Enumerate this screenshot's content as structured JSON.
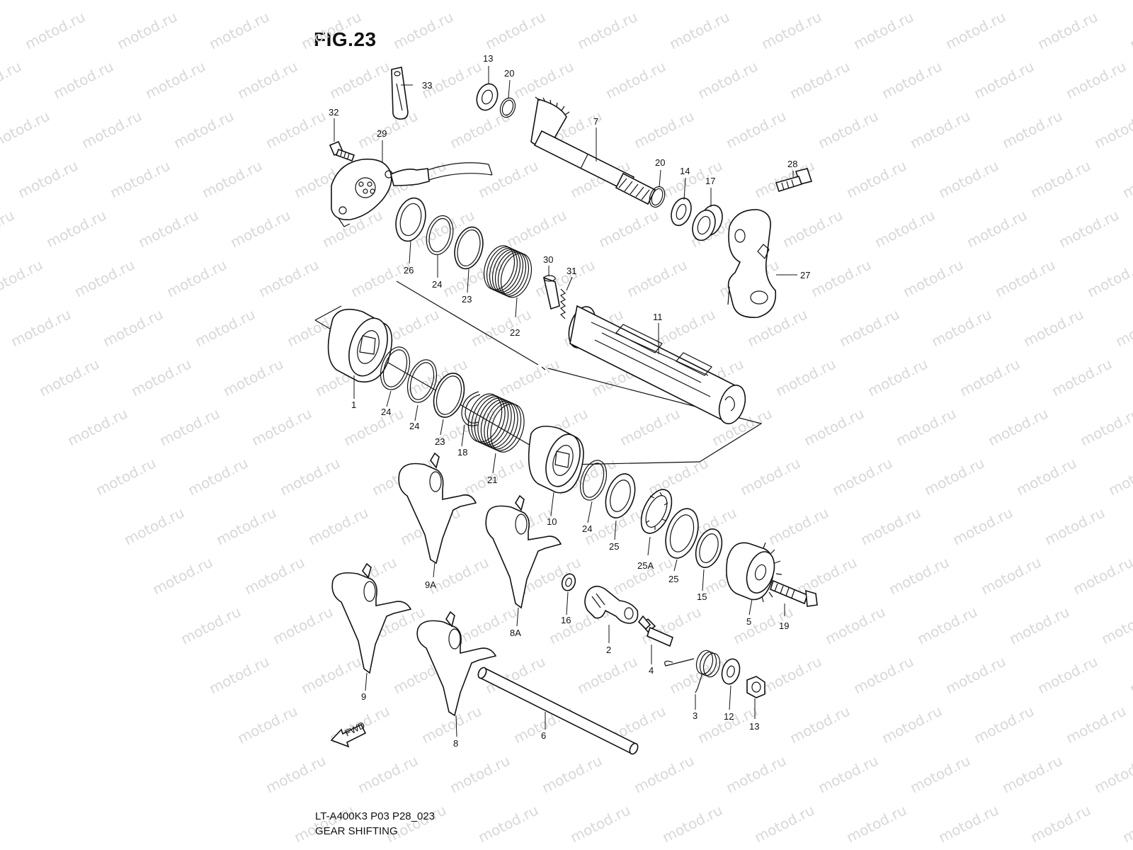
{
  "figure": {
    "title": "FIG.23",
    "diagram_code": "LT-A400K3 P03 P28_023",
    "description": "GEAR SHIFTING",
    "watermark": "motod.ru",
    "direction_marker": "FWD"
  },
  "callouts": [
    "1",
    "2",
    "3",
    "4",
    "5",
    "6",
    "7",
    "8",
    "8A",
    "9",
    "9A",
    "10",
    "11",
    "12",
    "13",
    "13",
    "14",
    "15",
    "16",
    "17",
    "18",
    "19",
    "20",
    "20",
    "21",
    "22",
    "23",
    "23",
    "24",
    "24",
    "24",
    "24",
    "25",
    "25",
    "25A",
    "26",
    "27",
    "28",
    "29",
    "30",
    "31",
    "32",
    "33"
  ]
}
